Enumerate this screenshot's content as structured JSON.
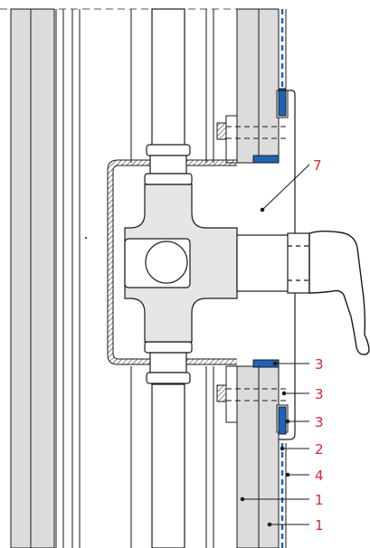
{
  "colors": {
    "callout": "#d9282f",
    "seal": "#1f63b5",
    "stroke": "#1a1a1a",
    "gypsum": "#dcdcdc",
    "fitting": "#e6e6e6",
    "background": "#ffffff"
  },
  "callouts": [
    {
      "id": "callout-7",
      "label": "7"
    },
    {
      "id": "callout-3a",
      "label": "3"
    },
    {
      "id": "callout-3b",
      "label": "3"
    },
    {
      "id": "callout-3c",
      "label": "3"
    },
    {
      "id": "callout-2",
      "label": "2"
    },
    {
      "id": "callout-4",
      "label": "4"
    },
    {
      "id": "callout-1a",
      "label": "1"
    },
    {
      "id": "callout-1b",
      "label": "1"
    }
  ]
}
